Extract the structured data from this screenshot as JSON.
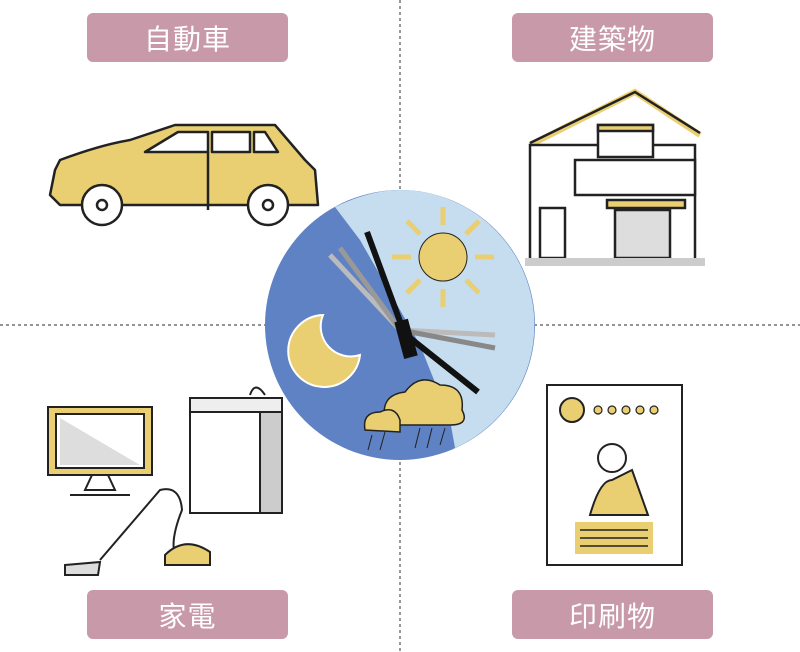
{
  "labels": {
    "car": "自動車",
    "building": "建築物",
    "appliances": "家電",
    "printed_matter": "印刷物"
  },
  "colors": {
    "label_bg": "#c89aa9",
    "yellow": "#e9cf72",
    "night_blue": "#5f82c4",
    "day_blue": "#c5ddef"
  }
}
